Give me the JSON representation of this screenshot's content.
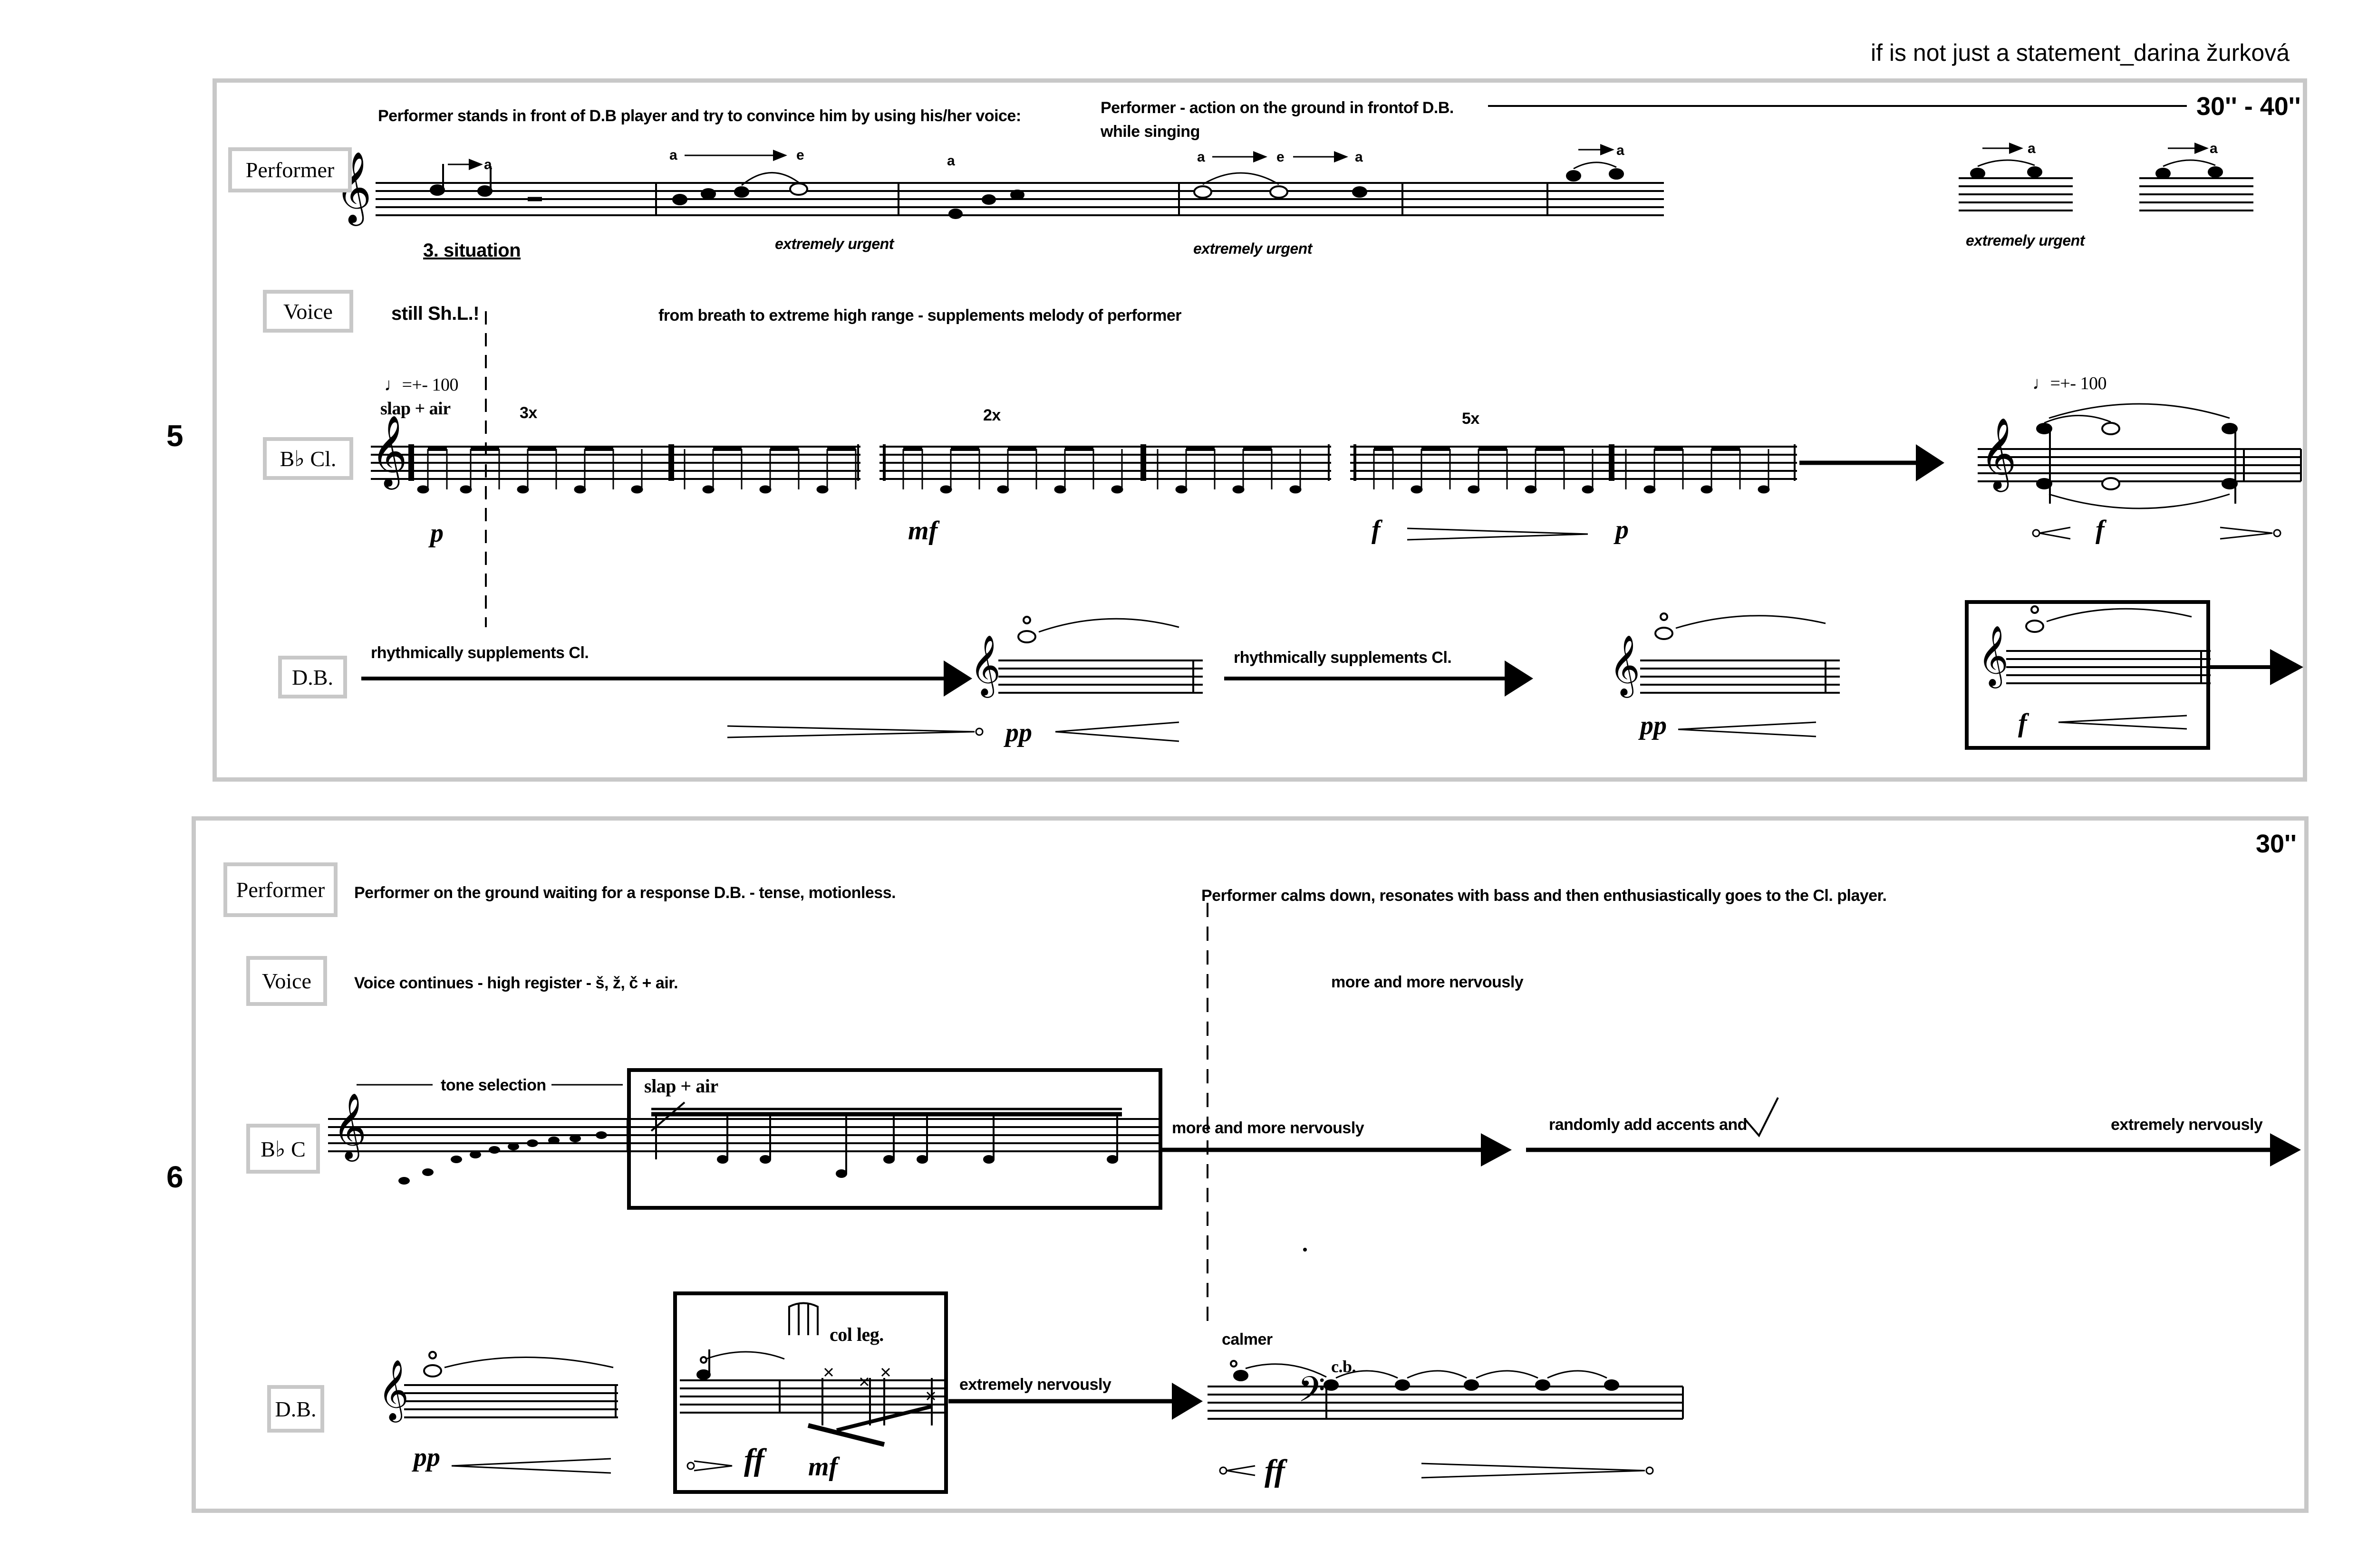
{
  "header": {
    "title": "if is not just a statement_darina žurková"
  },
  "system5": {
    "number": "5",
    "duration": "30'' - 40''",
    "instruments": {
      "performer": "Performer",
      "voice": "Voice",
      "clarinet": "B♭ Cl.",
      "bass": "D.B."
    },
    "performer_note_1": "Performer stands in front of D.B player and try to convince him by using his/her voice:",
    "performer_note_2": "Performer - action on the ground in frontof D.B.",
    "performer_note_3": "while singing",
    "situation": "3. situation",
    "urgent_1": "extremely urgent",
    "urgent_2": "extremely urgent",
    "urgent_3": "extremely urgent",
    "vowel_labels": [
      "a",
      "a",
      "e",
      "a",
      "a",
      "e",
      "a",
      "a",
      "a",
      "a"
    ],
    "voice_still": "still Sh.L.!",
    "voice_note": "from breath to extreme high range - supplements melody of performer",
    "tempo_1": "♩=+- 100",
    "tempo_2": "♩=+- 100",
    "slap_air": "slap + air",
    "repeats": [
      "3x",
      "2x",
      "5x"
    ],
    "cl_dynamics": [
      "p",
      "mf",
      "f",
      "p",
      "f"
    ],
    "db_note_1": "rhythmically supplements Cl.",
    "db_note_2": "rhythmically supplements Cl.",
    "db_dynamics": [
      "pp",
      "pp",
      "f"
    ]
  },
  "system6": {
    "number": "6",
    "duration": "30''",
    "instruments": {
      "performer": "Performer",
      "voice": "Voice",
      "clarinet": "B♭ C",
      "bass": "D.B."
    },
    "performer_note_1": "Performer on the ground waiting for a response D.B. - tense, motionless.",
    "performer_note_2": "Performer calms down, resonates with bass and then enthusiastically goes to the Cl. player.",
    "voice_note_1": "Voice continues - high register - š, ž, č + air.",
    "voice_note_2": "more and more nervously",
    "tone_selection": "tone selection",
    "slap_air": "slap + air",
    "cl_note_1": "more and more nervously",
    "cl_note_2": "randomly add accents and",
    "cl_note_3": "extremely nervously",
    "col_leg": "col leg.",
    "db_note_1": "extremely nervously",
    "calmer": "calmer",
    "cb": "c.b.",
    "db_dynamics": [
      "pp",
      "ff",
      "mf",
      "ff"
    ]
  }
}
